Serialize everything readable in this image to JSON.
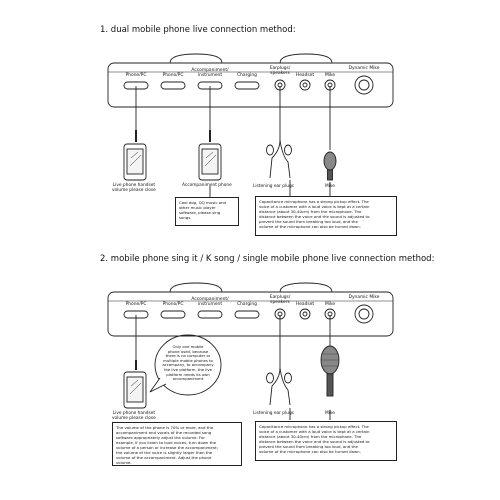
{
  "section1": {
    "title": "1. dual mobile phone live connection method:",
    "ports": [
      "Phone/PC",
      "Phono/PC",
      "Accompaniment/\ninstrument",
      "Charging",
      "Earplugs/\nspeakers",
      "Headset",
      "Mike",
      "Dynamic Mike"
    ],
    "captions": {
      "phone_left": "Live phone handset\nvolume please close",
      "phone_mid": "Accompaniment phone",
      "earplugs": "Listening ear plugs",
      "mike": "Mike"
    },
    "note_left": "Cool dog, QQ music and\nother music player\nsoftware, please sing\nsongs",
    "note_right": "Capacitance microphone has a strong pickup effect. The\nvoice of a customer with a loud voice is kept at a certain\ndistance (about 30-40cm) from the microphone. The\ndistance between the voice and the sound is adjusted to\nprevent the sound from breaking too loud, and the\nvolume of the microphone can also be turned down."
  },
  "section2": {
    "title": "2. mobile phone sing it / K song / single mobile phone live connection method:",
    "ports": [
      "Phone/PC",
      "Phono/PC",
      "Accompaniment/\ninstrument",
      "Charging",
      "Earplugs/\nspeakers",
      "Headset",
      "Mike",
      "Dynamic Mike"
    ],
    "bubble": "Only one mobile\nphone used, because\nthere is no computer or\nmultiple mobile phones to\naccompany, to accompany\nthe live platform, the live\nplatform needs its own\naccompaniment",
    "captions": {
      "phone_left": "Live phone handset\nvolume please close",
      "earplugs": "Listening ear plugs",
      "mike": "Mike"
    },
    "note_left": "The volume of the phone is 70% or more, and the\naccompaniment and vocals of the recorded song\nsoftware appropriately adjust the volume. For\nexample, if you listen to loud voices, turn down the\nvolume of a person or increase the accompaniment;\nthe volume of the voice is slightly larger than the\nvolume of the accompaniment. Adjust the phone\nvolume.",
    "note_right": "Capacitance microphone has a strong pickup effect. The\nvoice of a customer with a loud voice is kept at a certain\ndistance (about 30-40cm) from the microphone. The\ndistance between the voice and the sound is adjusted to\nprevent the sound from breaking too loud, and the\nvolume of the microphone can also be turned down."
  }
}
